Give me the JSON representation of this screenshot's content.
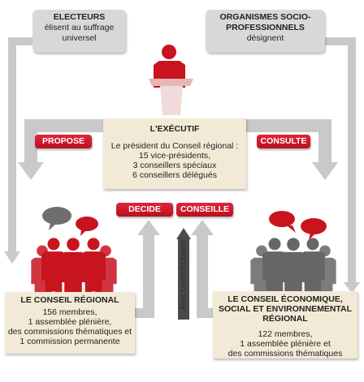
{
  "electeurs": {
    "title": "ELECTEURS",
    "text": "élisent au suffrage universel"
  },
  "organismes": {
    "title": "ORGANISMES SOCIO-PROFESSIONNELS",
    "text": "désignent"
  },
  "executif": {
    "title": "L'EXÉCUTIF",
    "lines": [
      "Le président du Conseil régional :",
      "15 vice-présidents,",
      "3 conseillers spéciaux",
      "6 conseillers délégués"
    ]
  },
  "labels": {
    "propose": "PROPOSE",
    "consulte": "CONSULTE",
    "decide": "DECIDE",
    "conseille": "CONSEILLE",
    "avis": "Avis contributions"
  },
  "conseil_regional": {
    "title": "LE CONSEIL RÉGIONAL",
    "lines": [
      "156 membres,",
      "1 assemblée plénière,",
      "des commissions thématiques et",
      "1 commission permanente"
    ]
  },
  "conseil_economique": {
    "title_lines": [
      "LE CONSEIL ÉCONOMIQUE,",
      "SOCIAL ET ENVIRONNEMENTAL",
      "RÉGIONAL"
    ],
    "lines": [
      "122 membres,",
      "1 assemblée plénière et",
      "des commissions thématiques"
    ]
  },
  "colors": {
    "accent_red": "#c8141f",
    "arrow_grey": "#c9c9c9",
    "box_grey": "#d8d8d8",
    "box_beige": "#f2ead6",
    "people_grey": "#666666"
  }
}
